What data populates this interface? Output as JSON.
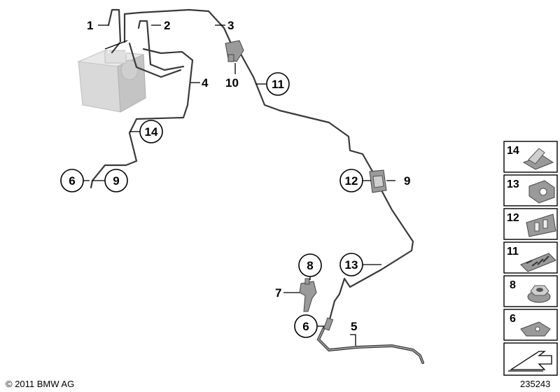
{
  "callouts": {
    "c1": "1",
    "c2": "2",
    "c3": "3",
    "c4": "4",
    "c5": "5",
    "c6a": "6",
    "c6b": "6",
    "c7": "7",
    "c8": "8",
    "c9a": "9",
    "c9b": "9",
    "c10": "10",
    "c11": "11",
    "c12": "12",
    "c13": "13",
    "c14": "14"
  },
  "legend": {
    "items": [
      {
        "number": "14"
      },
      {
        "number": "13"
      },
      {
        "number": "12"
      },
      {
        "number": "11"
      },
      {
        "number": "8"
      },
      {
        "number": "6"
      }
    ]
  },
  "footer": {
    "copyright": "© 2011 BMW AG",
    "diagram_number": "235243"
  },
  "colors": {
    "line": "#3a3a3a",
    "part_fill": "#9a9a9a",
    "abs_unit": "#d4d4d4"
  }
}
